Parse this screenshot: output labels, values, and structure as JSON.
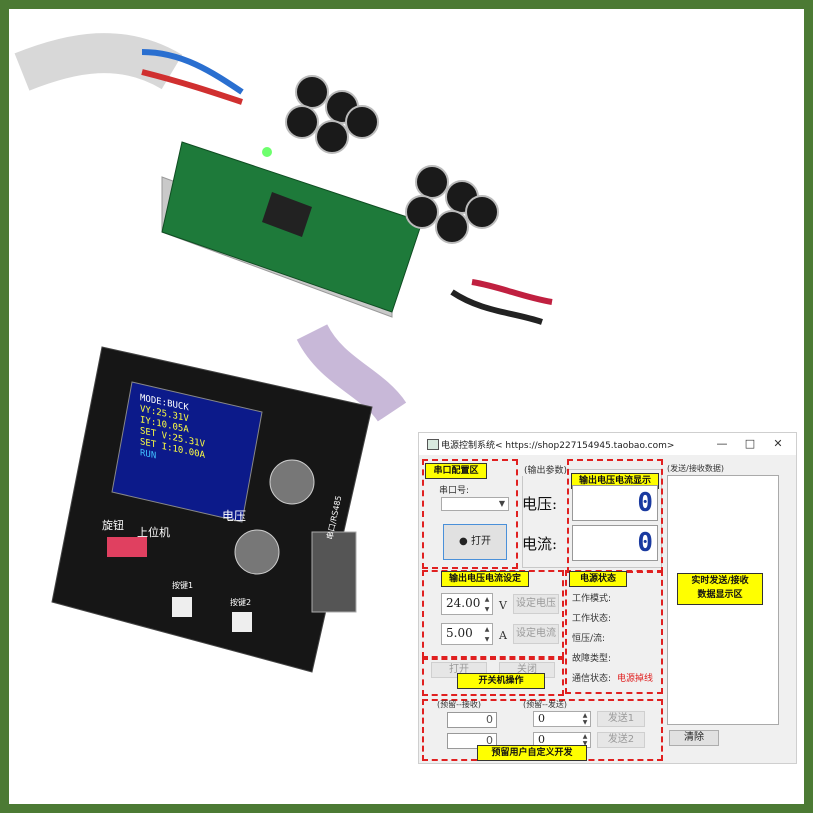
{
  "window": {
    "title": "电源控制系统< https://shop227154945.taobao.com>",
    "minimize_icon": "—",
    "maximize_icon": "□",
    "close_icon": "✕"
  },
  "photo": {
    "lcd_lines": [
      "MODE:BUCK",
      "VY:25.31V",
      "IY:10.05A",
      "SET V:25.31V",
      "SET I:10.00A"
    ],
    "lcd_extra": "RUN",
    "labels": {
      "knob": "旋钮",
      "host": "上位机",
      "voltage": "电压",
      "serial": "串口/RS485",
      "key1": "按键1",
      "key2": "按键2"
    }
  },
  "serial": {
    "tag": "串口配置区",
    "port_label": "串口号:",
    "port_value": "",
    "open_button": "打开"
  },
  "output": {
    "group_title": "(输出参数)",
    "tag": "输出电压电流显示",
    "voltage_label": "电压:",
    "current_label": "电流:",
    "voltage_value": "0",
    "current_value": "0"
  },
  "setting": {
    "tag": "输出电压电流设定",
    "voltage_value": "24.00",
    "voltage_unit": "V",
    "current_value": "5.00",
    "current_unit": "A",
    "set_voltage_button": "设定电压",
    "set_current_button": "设定电流"
  },
  "power_state": {
    "tag": "电源状态",
    "work_mode": "工作模式:",
    "work_status": "工作状态:",
    "cv_cc": "恒压/流:",
    "fault_type": "故障类型:",
    "comm_status_label": "通信状态:",
    "comm_status_value": "电源掉线"
  },
  "switch": {
    "tag": "开关机操作",
    "on_button": "打开",
    "off_button": "关闭"
  },
  "custom": {
    "tag": "预留用户自定义开发",
    "recv_group": "(预留--接收)",
    "send_group": "(预留--发送)",
    "recv_value_1": "0",
    "recv_value_2": "0",
    "send_value_1": "0",
    "send_value_2": "0",
    "send_button_1": "发送1",
    "send_button_2": "发送2"
  },
  "data": {
    "group_title": "(发送/接收数据)",
    "tag_line1": "实时发送/接收",
    "tag_line2": "数据显示区",
    "clear_button": "清除"
  },
  "colors": {
    "frame": "#4c7a34",
    "dashed": "#e02020",
    "tag_bg": "#ffff00",
    "lcd_digit": "#1a3aa0"
  }
}
